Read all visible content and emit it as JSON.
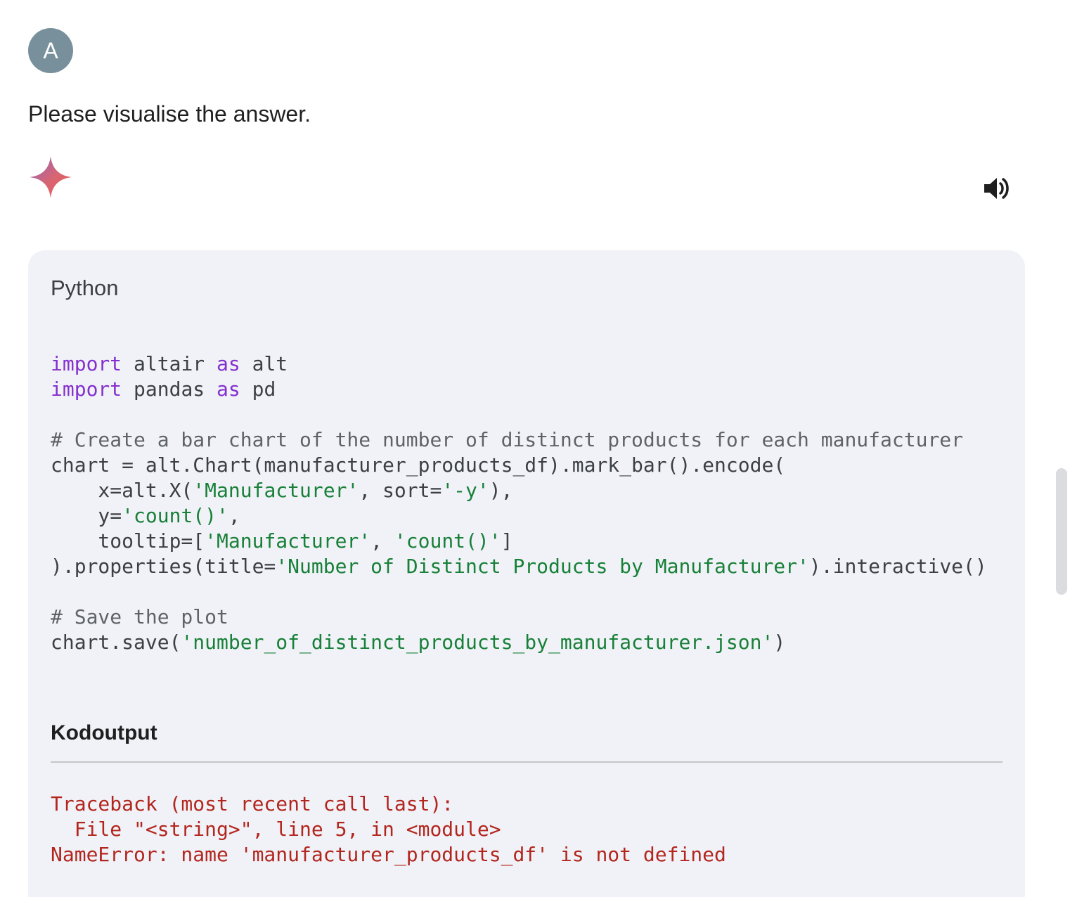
{
  "user": {
    "avatar_letter": "A",
    "message": "Please visualise the answer."
  },
  "assistant": {
    "icon": "sparkle-icon",
    "speaker_icon": "speaker-icon",
    "code_card": {
      "language": "Python",
      "code_lines": [
        [
          {
            "t": "import",
            "c": "kw"
          },
          {
            "t": " altair ",
            "c": ""
          },
          {
            "t": "as",
            "c": "kw"
          },
          {
            "t": " alt",
            "c": ""
          }
        ],
        [
          {
            "t": "import",
            "c": "kw"
          },
          {
            "t": " pandas ",
            "c": ""
          },
          {
            "t": "as",
            "c": "kw"
          },
          {
            "t": " pd",
            "c": ""
          }
        ],
        [],
        [
          {
            "t": "# Create a bar chart of the number of distinct products for each manufacturer",
            "c": "cm"
          }
        ],
        [
          {
            "t": "chart = alt.Chart(manufacturer_products_df).mark_bar().encode(",
            "c": ""
          }
        ],
        [
          {
            "t": "    x=alt.X(",
            "c": ""
          },
          {
            "t": "'Manufacturer'",
            "c": "str"
          },
          {
            "t": ", sort=",
            "c": ""
          },
          {
            "t": "'-y'",
            "c": "str"
          },
          {
            "t": "),",
            "c": ""
          }
        ],
        [
          {
            "t": "    y=",
            "c": ""
          },
          {
            "t": "'count()'",
            "c": "str"
          },
          {
            "t": ",",
            "c": ""
          }
        ],
        [
          {
            "t": "    tooltip=[",
            "c": ""
          },
          {
            "t": "'Manufacturer'",
            "c": "str"
          },
          {
            "t": ", ",
            "c": ""
          },
          {
            "t": "'count()'",
            "c": "str"
          },
          {
            "t": "]",
            "c": ""
          }
        ],
        [
          {
            "t": ").properties(title=",
            "c": ""
          },
          {
            "t": "'Number of Distinct Products by Manufacturer'",
            "c": "str"
          },
          {
            "t": ").interactive()",
            "c": ""
          }
        ],
        [],
        [
          {
            "t": "# Save the plot",
            "c": "cm"
          }
        ],
        [
          {
            "t": "chart.save(",
            "c": ""
          },
          {
            "t": "'number_of_distinct_products_by_manufacturer.json'",
            "c": "str"
          },
          {
            "t": ")",
            "c": ""
          }
        ]
      ],
      "output_label": "Kodoutput",
      "error_lines": [
        "Traceback (most recent call last):",
        "  File \"<string>\", line 5, in <module>",
        "NameError: name 'manufacturer_products_df' is not defined"
      ]
    }
  },
  "colors": {
    "avatar_bg": "#78909c",
    "card_bg": "#f0f2f7",
    "keyword": "#8430ce",
    "string": "#188038",
    "error": "#b3261e"
  }
}
